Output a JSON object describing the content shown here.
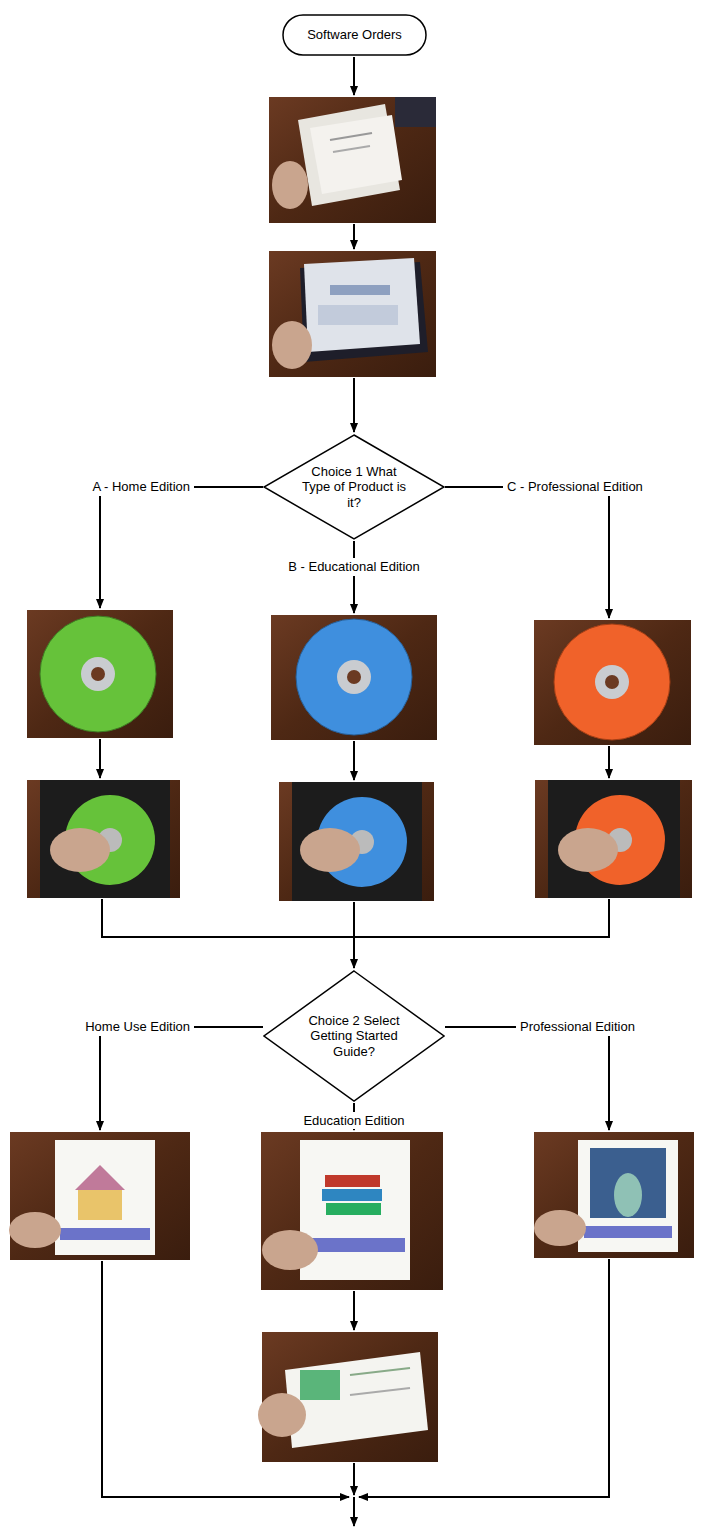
{
  "diagram": {
    "nodes": [
      {
        "text": [
          "Software Orders"
        ]
      },
      {
        "text": [
          "Choice 1 What Type of Product is it?"
        ]
      },
      {
        "text": [
          "Choice 2 Select Getting Started Guide?"
        ]
      }
    ],
    "labels": [
      "A - Home Edition",
      "B - Educational Edition",
      "C -  Professional Edition",
      "Home Use Edition",
      "Education Edition",
      "Professional Edition"
    ]
  }
}
